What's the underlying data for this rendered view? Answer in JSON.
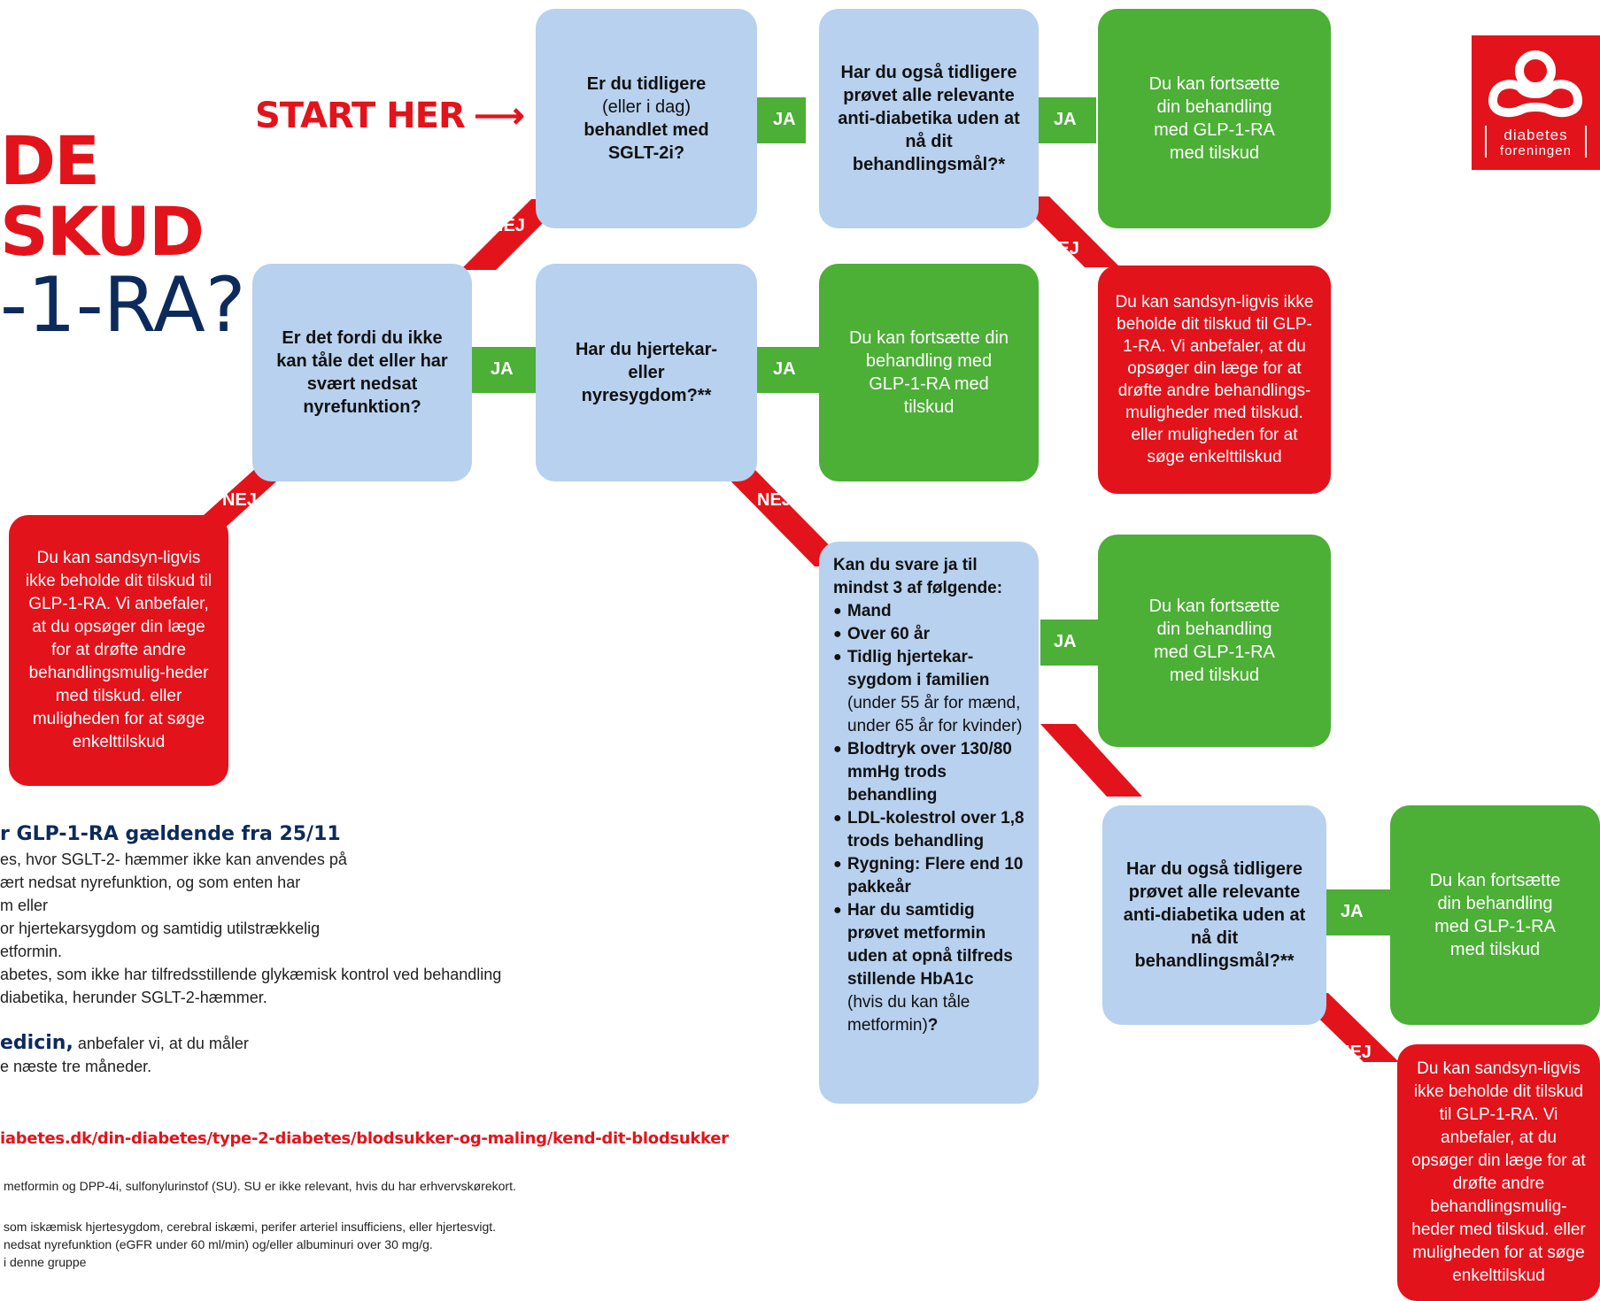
{
  "title": {
    "line1": "DE",
    "line2": "SKUD",
    "line3": "-1-RA?"
  },
  "start_label": "START HER",
  "labels": {
    "yes": "JA",
    "no": "NEJ"
  },
  "nodes": {
    "q_sglt2": {
      "line1": "Er du tidligere",
      "line2": "(eller i dag)",
      "line3": "behandlet med",
      "line4": "SGLT-2i?"
    },
    "q_tried_all_1": "Har du også tidligere prøvet alle relevante anti-diabetika uden at nå dit behandlingsmål?*",
    "r_continue_1": "Du kan fortsætte din behandling med GLP-1-RA med tilskud",
    "r_lose_1": "Du kan sandsyn-ligvis ikke beholde dit tilskud til GLP-1-RA. Vi anbefaler, at du opsøger din læge for at drøfte andre behandlings-muligheder med tilskud. eller muligheden for at søge enkelttilskud",
    "q_intolerant": "Er det fordi du ikke kan tåle det eller har svært nedsat nyrefunktion?",
    "q_heart": "Har du hjertekar- eller nyresygdom?**",
    "r_continue_2": "Du kan fortsætte din behandling med GLP-1-RA med tilskud",
    "r_lose_2": "Du kan sandsyn-ligvis ikke beholde dit tilskud til GLP-1-RA. Vi anbefaler, at du opsøger din læge for at drøfte andre behandlingsmulig-heder med tilskud. eller muligheden for at søge enkelttilskud",
    "q_criteria": {
      "heading": "Kan du svare ja til mindst 3 af følgende:",
      "items": [
        {
          "bold": "Mand",
          "normal": ""
        },
        {
          "bold": "Over 60 år",
          "normal": ""
        },
        {
          "bold": "Tidlig hjertekar-sygdom i familien",
          "normal": "(under 55 år for mænd, under 65 år for kvinder)"
        },
        {
          "bold": "Blodtryk over 130/80 mmHg trods behandling",
          "normal": ""
        },
        {
          "bold": "LDL-kolestrol over 1,8 trods behandling",
          "normal": ""
        },
        {
          "bold": "Rygning: Flere end 10 pakkeår",
          "normal": ""
        },
        {
          "bold": "Har du samtidig prøvet metformin uden at opnå tilfreds stillende HbA1c",
          "normal": "(hvis du kan tåle metformin)",
          "tail": "?"
        }
      ]
    },
    "r_continue_3": "Du kan fortsætte din behandling med GLP-1-RA med tilskud",
    "q_tried_all_2": "Har du også tidligere prøvet alle relevante anti-diabetika uden at nå dit behandlingsmål?**",
    "r_continue_4": "Du kan fortsætte din behandling med GLP-1-RA med tilskud",
    "r_lose_3": "Du kan sandsyn-ligvis ikke beholde dit tilskud til GLP-1-RA. Vi anbefaler, at du opsøger din læge for at drøfte andre behandlingsmulig-heder med tilskud. eller muligheden for at søge enkelttilskud"
  },
  "logo": {
    "line1": "diabetes",
    "line2": "foreningen",
    "color": "#e3131b"
  },
  "info": {
    "heading": "r GLP-1-RA gældende fra 25/11",
    "lines": [
      "es, hvor SGLT-2- hæmmer ikke kan anvendes på",
      "ært nedsat nyrefunktion, og som enten har",
      "m eller",
      "or hjertekarsygdom og samtidig utilstrækkelig",
      "etformin.",
      "abetes, som ikke har tilfredsstillende glykæmisk kontrol ved behandling",
      "diabetika, herunder SGLT-2-hæmmer."
    ],
    "medicin_bold": "edicin,",
    "medicin_rest": " anbefaler vi, at du måler",
    "medicin_line2": "e næste tre måneder.",
    "url": "iabetes.dk/din-diabetes/type-2-diabetes/blodsukker-og-maling/kend-dit-blodsukker",
    "footnotes": [
      "metformin og DPP-4i, sulfonylurinstof (SU). SU er ikke relevant, hvis du har erhvervskørekort.",
      "som iskæmisk hjertesygdom, cerebral iskæmi, perifer arteriel insufficiens, eller hjertesvigt.",
      "nedsat nyrefunktion (eGFR under 60 ml/min) og/eller albuminuri over 30 mg/g.",
      "i denne gruppe"
    ]
  },
  "colors": {
    "red": "#e3131b",
    "green": "#4caf36",
    "blue": "#b7d1ee",
    "navy": "#0d2a5c"
  }
}
